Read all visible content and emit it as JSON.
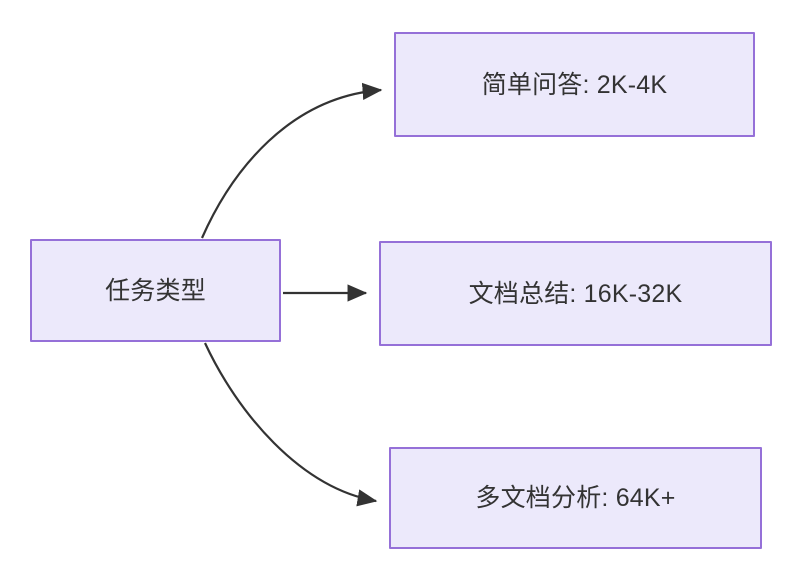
{
  "diagram": {
    "type": "flowchart",
    "direction": "left-to-right",
    "background_color": "#ffffff",
    "node_fill_color": "#ece9fb",
    "node_border_color": "#9570d8",
    "node_text_color": "#333333",
    "edge_color": "#333333",
    "nodes": [
      {
        "id": "source",
        "label": "任务类型"
      },
      {
        "id": "simple_qa",
        "label": "简单问答: 2K-4K"
      },
      {
        "id": "doc_summary",
        "label": "文档总结: 16K-32K"
      },
      {
        "id": "multi_doc",
        "label": "多文档分析: 64K+"
      }
    ],
    "edges": [
      {
        "from": "source",
        "to": "simple_qa",
        "style": "curved",
        "arrow": "triangle",
        "label": ""
      },
      {
        "from": "source",
        "to": "doc_summary",
        "style": "straight",
        "arrow": "triangle",
        "label": ""
      },
      {
        "from": "source",
        "to": "multi_doc",
        "style": "curved",
        "arrow": "triangle",
        "label": ""
      }
    ]
  }
}
